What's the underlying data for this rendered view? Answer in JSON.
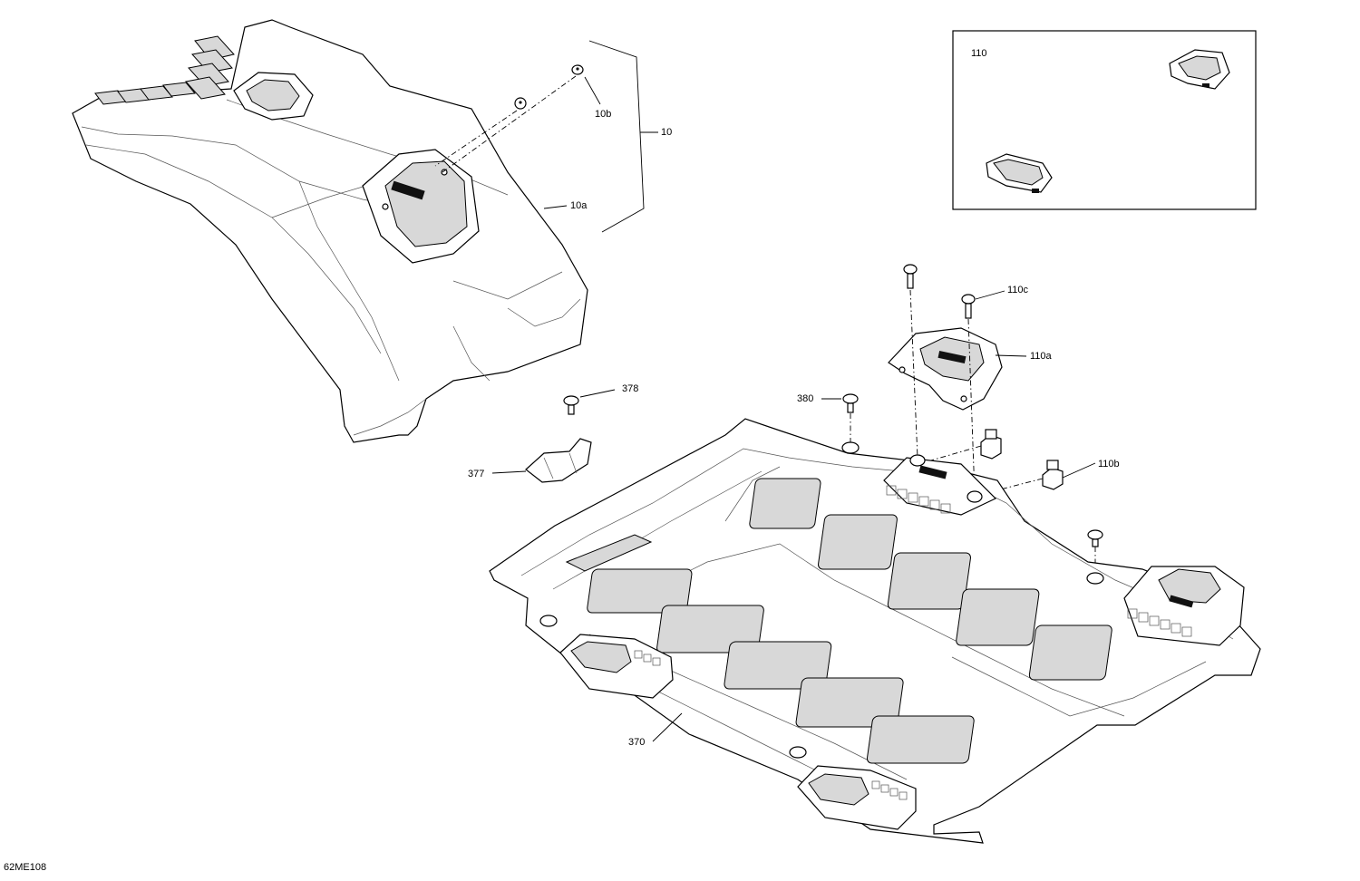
{
  "drawing_id": "62ME108",
  "callouts": {
    "c10": "10",
    "c10a": "10a",
    "c10b": "10b",
    "c110": "110",
    "c110a": "110a",
    "c110b": "110b",
    "c110c": "110c",
    "c370": "370",
    "c377": "377",
    "c378": "378",
    "c380": "380"
  }
}
